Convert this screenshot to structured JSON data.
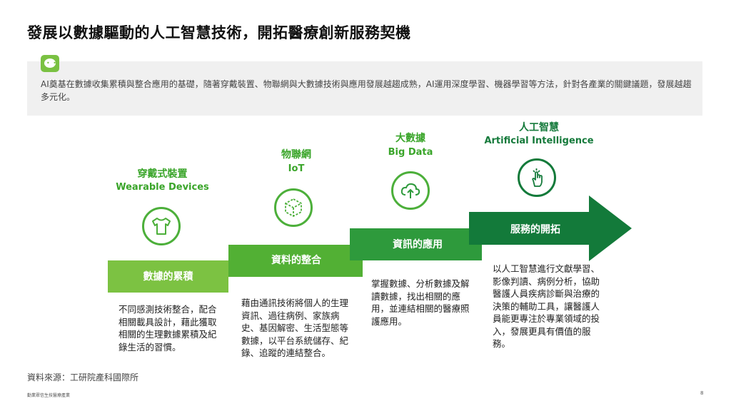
{
  "title": "發展以數據驅動的人工智慧技術，開拓醫療創新服務契機",
  "summary": {
    "icon": "chat-bubble-icon",
    "text": "AI奠基在數據收集累積與整合應用的基礎，隨著穿戴裝置、物聯網與大數據技術與應用發展越趨成熟，AI運用深度學習、機器學習等方法，針對各產業的關鍵議題，發展越趨多元化。"
  },
  "categories": [
    {
      "zh": "穿戴式裝置",
      "en": "Wearable Devices",
      "icon": "tshirt-icon"
    },
    {
      "zh": "物聯網",
      "en": "IoT",
      "icon": "iot-cube-icon"
    },
    {
      "zh": "大數據",
      "en": "Big Data",
      "icon": "cloud-upload-icon"
    },
    {
      "zh": "人工智慧",
      "en": "Artificial Intelligence",
      "icon": "hand-touch-icon"
    }
  ],
  "steps": [
    {
      "label": "數據的累積",
      "color": "#7cc242",
      "desc": "不同感測技術整合，配合相關載具設計，藉此獲取相關的生理數據累積及紀錄生活的習慣。"
    },
    {
      "label": "資料的整合",
      "color": "#52b034",
      "desc": "藉由通訊技術將個人的生理資訊、過往病例、家族病史、基因解密、生活型態等數據，以平台系統儲存、紀錄、追蹤的連結整合。"
    },
    {
      "label": "資訊的應用",
      "color": "#2e9a3c",
      "desc": "掌握數據、分析數據及解讀數據，找出相關的應用，並連結相關的醫療照護應用。"
    },
    {
      "label": "服務的開拓",
      "color": "#137a3a",
      "desc": "以人工智慧進行文獻學習、影像判讀、病例分析，協助醫護人員疾病診斷與治療的決策的輔助工具，讓醫護人員能更專注於專業領域的投入，發展更具有價值的服務。"
    }
  ],
  "source": "資料來源：工研院產科國際所",
  "footer_left": "勤業眾信生技醫療產業",
  "page_number": "8"
}
